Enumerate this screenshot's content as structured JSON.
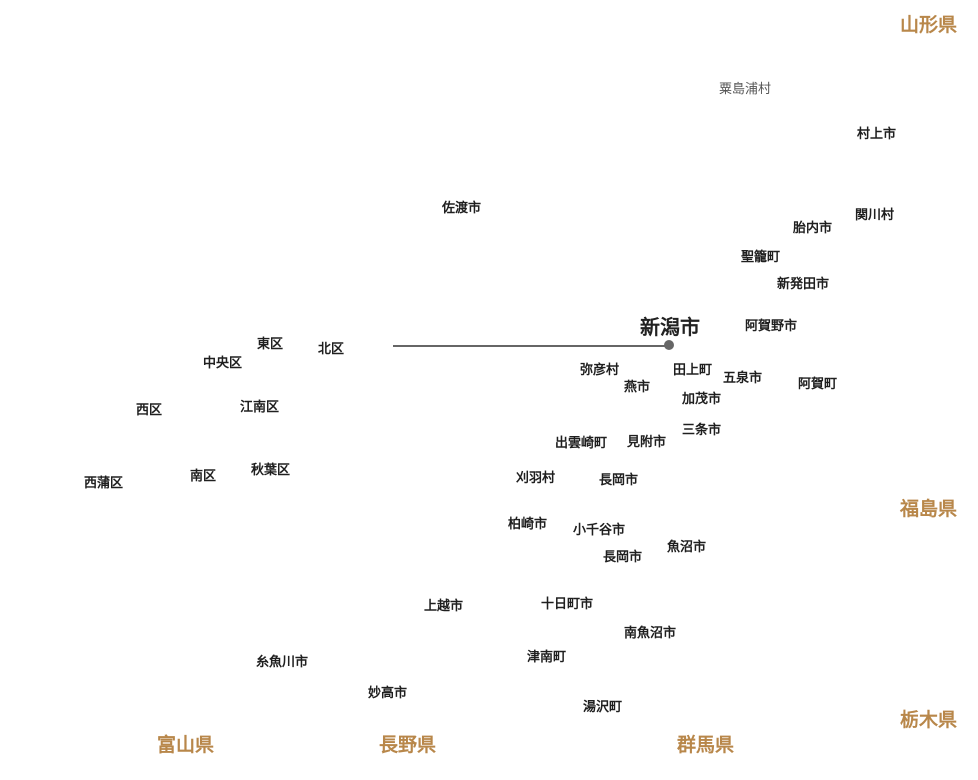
{
  "prefectures": {
    "yamagata": "山形県",
    "fukushima": "福島県",
    "tochigi": "栃木県",
    "toyama": "富山県",
    "nagano": "長野県",
    "gunma": "群馬県"
  },
  "highlight": {
    "city": "新潟市"
  },
  "wards": {
    "higashi": "東区",
    "kita": "北区",
    "chuo": "中央区",
    "nishi": "西区",
    "konan": "江南区",
    "nishikan": "西蒲区",
    "minami": "南区",
    "akiha": "秋葉区"
  },
  "municipalities": {
    "awashimaura": "粟島浦村",
    "murakami": "村上市",
    "sado": "佐渡市",
    "sekikawa": "関川村",
    "tainai": "胎内市",
    "seiro": "聖籠町",
    "shibata": "新発田市",
    "aganoshi": "阿賀野市",
    "yahiko": "弥彦村",
    "tagami": "田上町",
    "gosen": "五泉市",
    "agamachi": "阿賀町",
    "tsubame": "燕市",
    "kamo": "加茂市",
    "sanjo": "三条市",
    "izumozaki": "出雲崎町",
    "mitsuke": "見附市",
    "kariwa": "刈羽村",
    "nagaoka_1": "長岡市",
    "kashiwazaki": "柏崎市",
    "ojiya": "小千谷市",
    "nagaoka_2": "長岡市",
    "uonuma": "魚沼市",
    "joetsu": "上越市",
    "tokamachi": "十日町市",
    "minamiuonuma": "南魚沼市",
    "itoigawa": "糸魚川市",
    "tsunan": "津南町",
    "myoko": "妙高市",
    "yuzawa": "湯沢町"
  },
  "colors": {
    "prefecture_label": "#b8874a",
    "municipality_label": "#1f1f1f",
    "leader_line": "#666666",
    "background": "#ffffff"
  }
}
